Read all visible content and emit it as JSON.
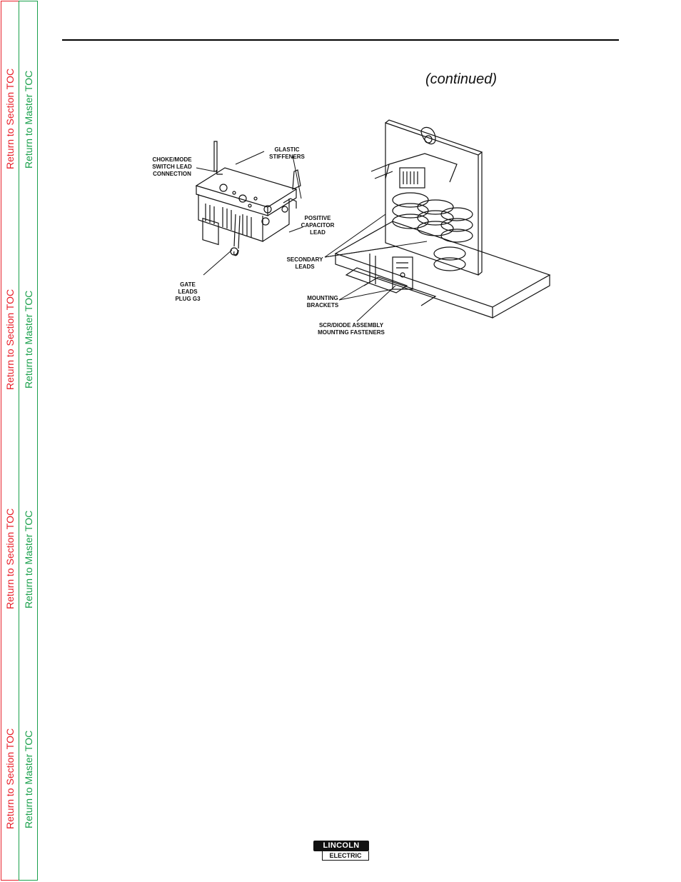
{
  "toc": {
    "section_label": "Return to Section TOC",
    "master_label": "Return to Master TOC"
  },
  "header": {
    "continued": "(continued)"
  },
  "figure": {
    "labels": {
      "choke_1": "CHOKE/MODE",
      "choke_2": "SWITCH LEAD",
      "choke_3": "CONNECTION",
      "glastic_1": "GLASTIC",
      "glastic_2": "STIFFENERS",
      "positive_1": "POSITIVE",
      "positive_2": "CAPACITOR",
      "positive_3": "LEAD",
      "secondary_1": "SECONDARY",
      "secondary_2": "LEADS",
      "gate_1": "GATE",
      "gate_2": "LEADS",
      "gate_3": "PLUG G3",
      "mounting_1": "MOUNTING",
      "mounting_2": "BRACKETS",
      "scr_1": "SCR/DIODE ASSEMBLY",
      "scr_2": "MOUNTING FASTENERS"
    }
  },
  "footer": {
    "logo_top": "LINCOLN",
    "logo_bottom": "ELECTRIC"
  },
  "colors": {
    "section_toc": "#e8202a",
    "master_toc": "#19a04b"
  }
}
